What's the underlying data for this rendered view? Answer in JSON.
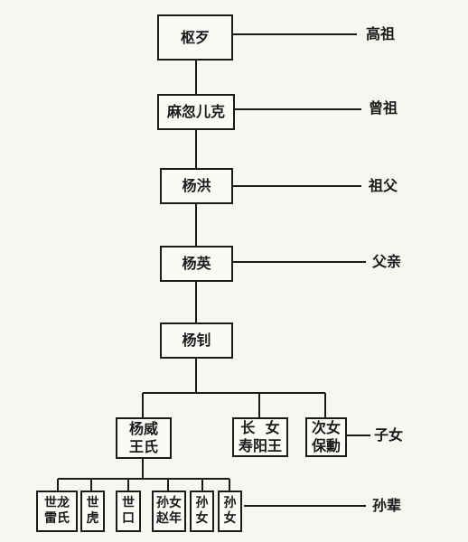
{
  "generation_labels": {
    "gaozu": "高祖",
    "zengzu": "曾祖",
    "zufu": "祖父",
    "fuqin": "父亲",
    "zinv": "子女",
    "sunbei": "孙辈"
  },
  "nodes": {
    "shuda": [
      "枢歹"
    ],
    "mahuerke": [
      "麻忽儿克"
    ],
    "yanghong": [
      "杨洪"
    ],
    "yangying": [
      "杨英"
    ],
    "yangzhao": [
      "杨钊"
    ],
    "yangwei": [
      "杨威",
      "王氏"
    ],
    "changnv": [
      "长  女",
      "寿阳王"
    ],
    "cinv": [
      "次女",
      "保勳"
    ],
    "shilong": [
      "世龙",
      "雷氏"
    ],
    "shihu": [
      "世",
      "虎"
    ],
    "shikou": [
      "世",
      "口"
    ],
    "sunnv1": [
      "孙女",
      "赵年"
    ],
    "sunnv2": [
      "孙",
      "女"
    ],
    "sunnv3": [
      "孙",
      "女"
    ]
  }
}
